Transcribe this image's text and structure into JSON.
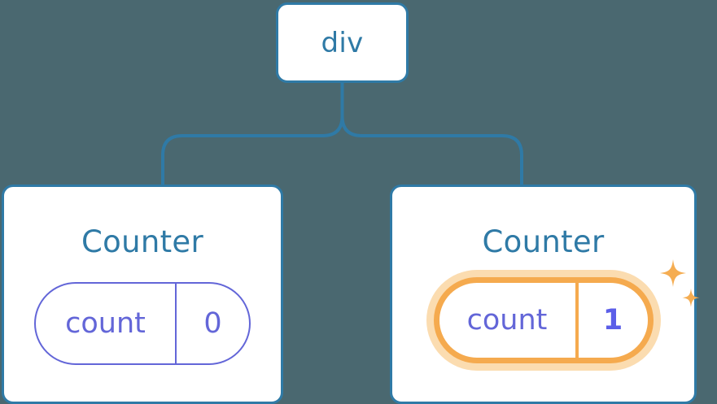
{
  "diagram": {
    "type": "component-tree",
    "title": "React component tree with highlighted state update",
    "background_color": "#4a6870",
    "node_border_color": "#2f7aa6",
    "node_text_color": "#2f7aa6",
    "state_color": "#6366d8",
    "highlight_color": "#f5aa4e",
    "highlight_glow_color": "#fbdcb0"
  },
  "nodes": {
    "root": {
      "label": "div"
    },
    "counter_left": {
      "label": "Counter",
      "state": {
        "key": "count",
        "value": "0",
        "highlighted": false
      }
    },
    "counter_right": {
      "label": "Counter",
      "state": {
        "key": "count",
        "value": "1",
        "highlighted": true
      },
      "sparkles": {
        "large_icon": "sparkle-icon",
        "small_icon": "sparkle-icon"
      }
    }
  },
  "edges": [
    {
      "from": "div",
      "to": "Counter (left)"
    },
    {
      "from": "div",
      "to": "Counter (right)"
    }
  ]
}
